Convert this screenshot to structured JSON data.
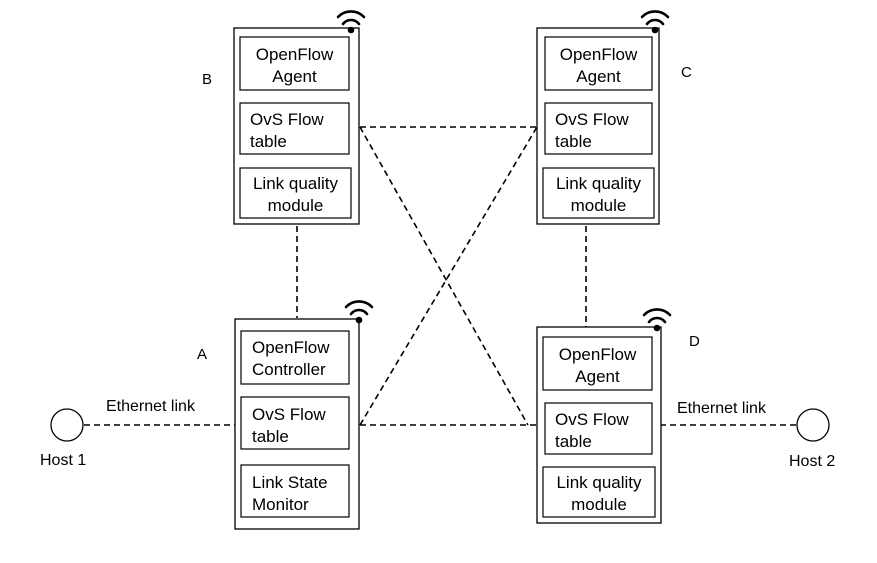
{
  "nodes": {
    "A": {
      "label": "A",
      "modules": [
        {
          "line1": "OpenFlow",
          "line2": "Controller"
        },
        {
          "line1": "OvS Flow",
          "line2": "table"
        },
        {
          "line1": "Link State",
          "line2": "Monitor"
        }
      ]
    },
    "B": {
      "label": "B",
      "modules": [
        {
          "line1": "OpenFlow",
          "line2": "Agent"
        },
        {
          "line1": "OvS Flow",
          "line2": "table"
        },
        {
          "line1": "Link quality",
          "line2": "module"
        }
      ]
    },
    "C": {
      "label": "C",
      "modules": [
        {
          "line1": "OpenFlow",
          "line2": "Agent"
        },
        {
          "line1": "OvS Flow",
          "line2": "table"
        },
        {
          "line1": "Link quality",
          "line2": "module"
        }
      ]
    },
    "D": {
      "label": "D",
      "modules": [
        {
          "line1": "OpenFlow",
          "line2": "Agent"
        },
        {
          "line1": "OvS Flow",
          "line2": "table"
        },
        {
          "line1": "Link quality",
          "line2": "module"
        }
      ]
    }
  },
  "hosts": {
    "host1": {
      "label": "Host 1",
      "link_label": "Ethernet link"
    },
    "host2": {
      "label": "Host 2",
      "link_label": "Ethernet link"
    }
  },
  "icons": {
    "wireless": "wifi-icon"
  }
}
